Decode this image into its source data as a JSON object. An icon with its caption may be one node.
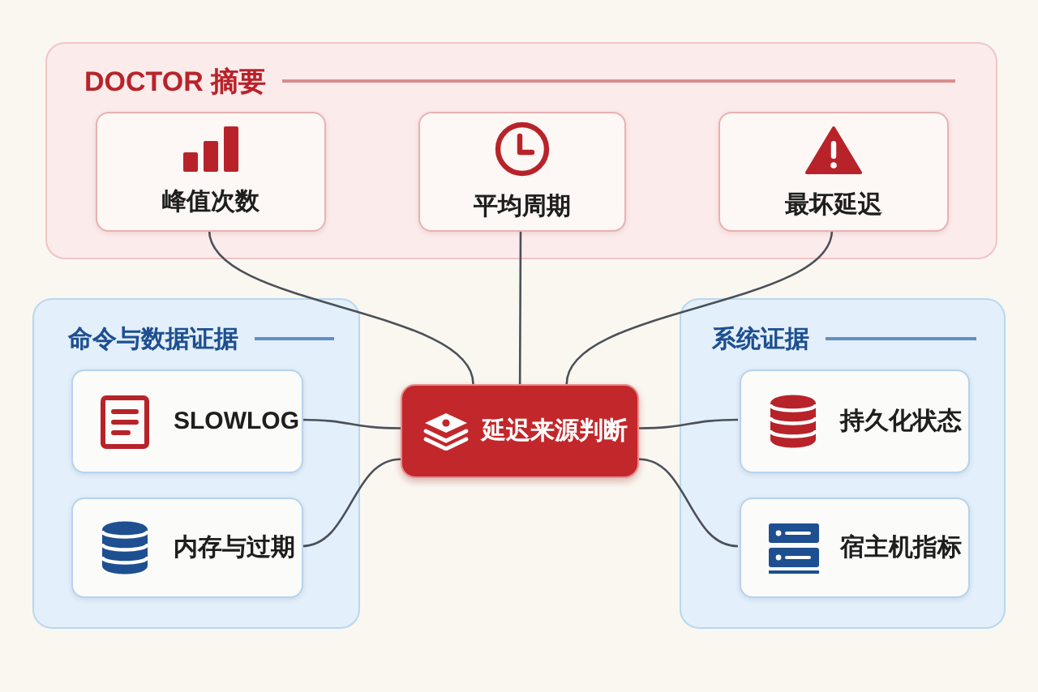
{
  "diagram": {
    "nodes": [
      {
        "text": [
          "DOCTOR 摘要"
        ]
      },
      {
        "text": [
          "峰值次数"
        ],
        "in": 0
      },
      {
        "text": [
          "平均周期"
        ],
        "in": 0
      },
      {
        "text": [
          "最坏延迟"
        ],
        "in": 0
      },
      {
        "text": [
          "命令与数据证据"
        ]
      },
      {
        "text": [
          "SLOWLOG"
        ],
        "in": 4
      },
      {
        "text": [
          "内存与过期"
        ],
        "in": 4
      },
      {
        "text": [
          "延迟来源判断"
        ]
      },
      {
        "text": [
          "系统证据"
        ]
      },
      {
        "text": [
          "持久化状态"
        ],
        "in": 8
      },
      {
        "text": [
          "宿主机指标"
        ],
        "in": 8
      }
    ],
    "edges": [
      {
        "from": 1,
        "to": 7,
        "arrow": "none"
      },
      {
        "from": 2,
        "to": 7,
        "arrow": "none"
      },
      {
        "from": 3,
        "to": 7,
        "arrow": "none"
      },
      {
        "from": 5,
        "to": 7,
        "arrow": "none"
      },
      {
        "from": 6,
        "to": 7,
        "arrow": "none"
      },
      {
        "from": 9,
        "to": 7,
        "arrow": "none"
      },
      {
        "from": 10,
        "to": 7,
        "arrow": "none"
      }
    ]
  }
}
